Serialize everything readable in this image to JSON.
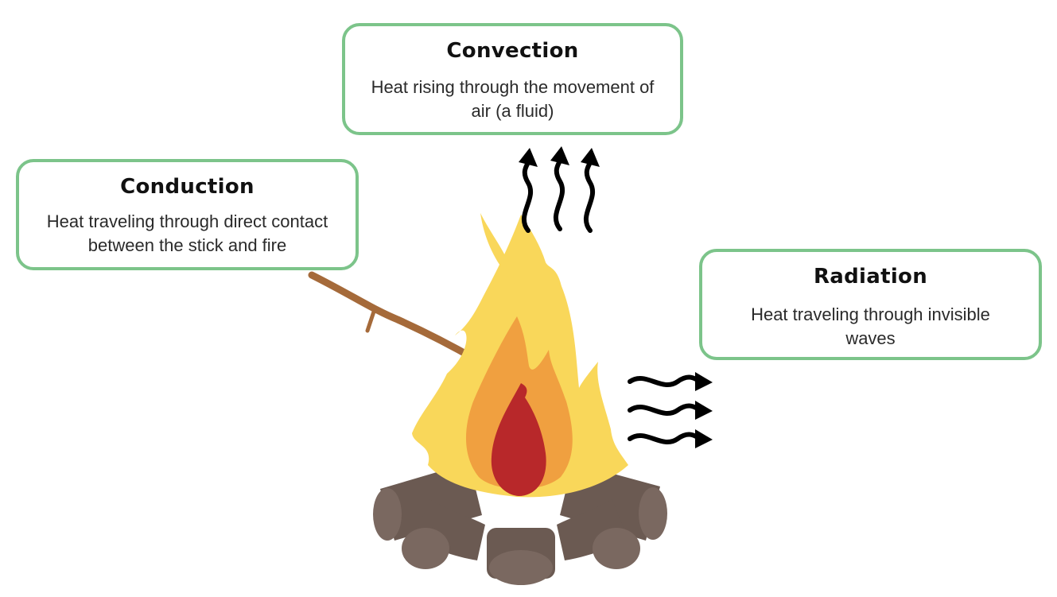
{
  "convection": {
    "title": "Convection",
    "text": "Heat rising through the movement of air (a fluid)"
  },
  "conduction": {
    "title": "Conduction",
    "text": "Heat traveling through direct contact between the stick and fire"
  },
  "radiation": {
    "title": "Radiation",
    "text": "Heat traveling through invisible waves"
  },
  "colors": {
    "box_border": "#7cc48a",
    "flame_outer": "#f9d75a",
    "flame_middle": "#f0a040",
    "flame_inner": "#b8282a",
    "log": "#6b5a52",
    "stick": "#a56a3a",
    "arrow": "#000000"
  }
}
